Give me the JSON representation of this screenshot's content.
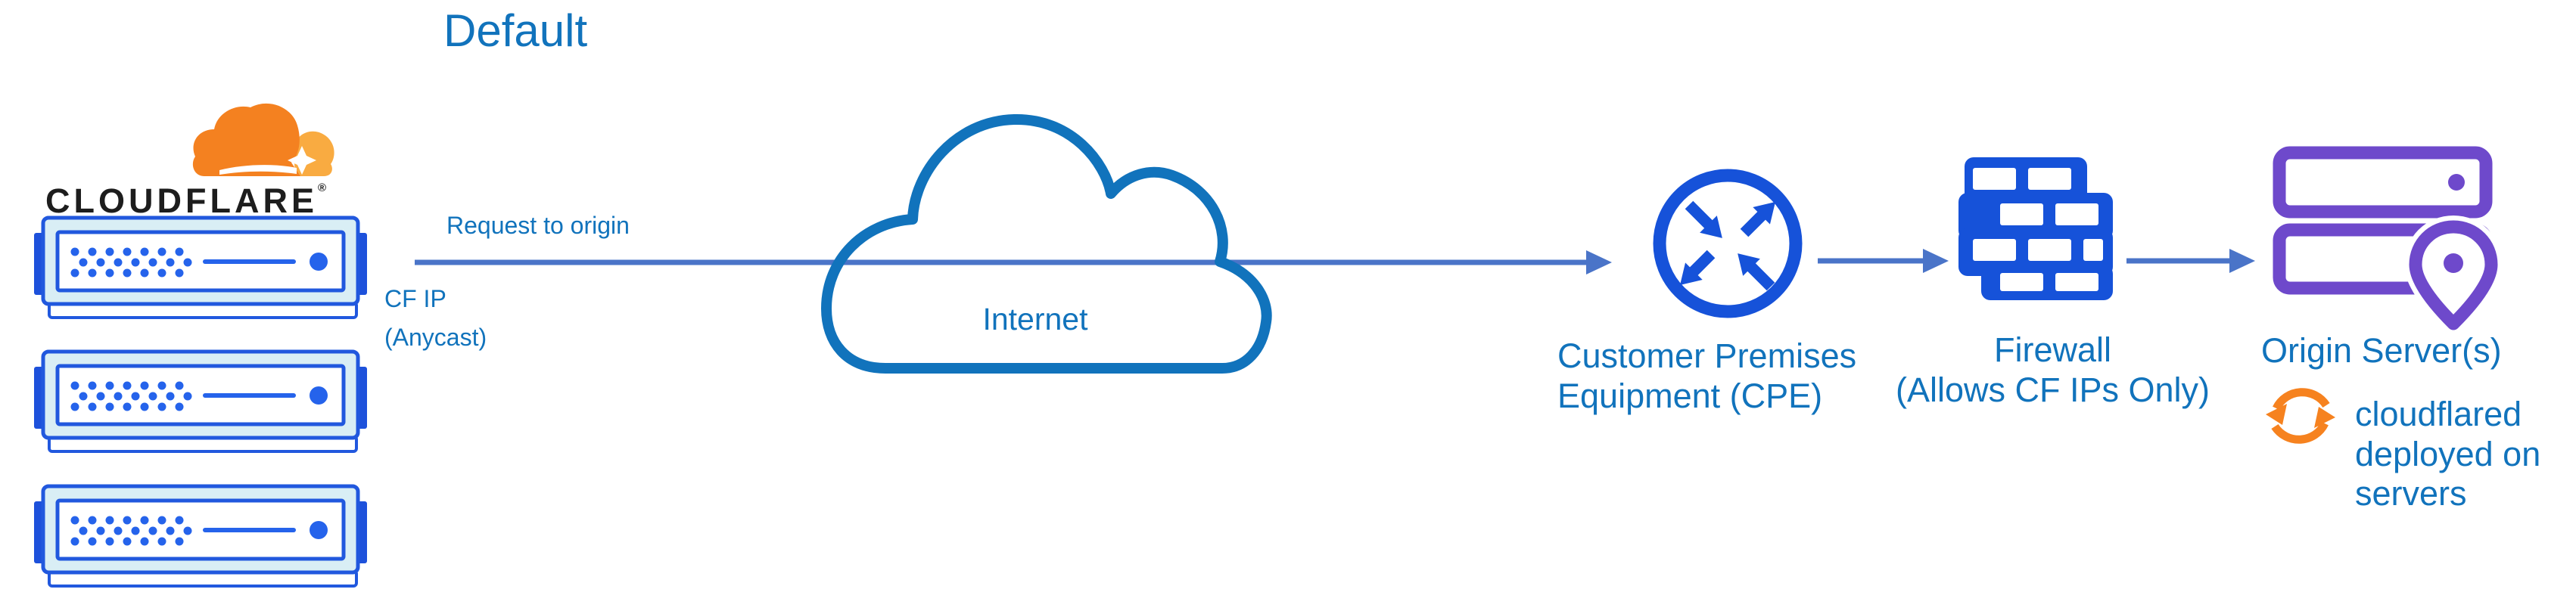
{
  "title": "Default",
  "brand": {
    "wordmark": "CLOUDFLARE",
    "registered": "®"
  },
  "cloudflare_stack": {
    "server_count": 3
  },
  "flow_labels": {
    "request": "Request to origin",
    "ip_line1": "CF IP",
    "ip_line2": "(Anycast)"
  },
  "internet": {
    "label": "Internet"
  },
  "cpe": {
    "line1": "Customer Premises",
    "line2": "Equipment (CPE)"
  },
  "firewall": {
    "line1": "Firewall",
    "line2": "(Allows CF IPs Only)"
  },
  "origin": {
    "label": "Origin Server(s)"
  },
  "cloudflared": {
    "line1": "cloudflared",
    "line2": "deployed on",
    "line3": "servers"
  },
  "icons": {
    "logo": "cloudflare-logo",
    "servers": "server-rack-icon",
    "internet": "cloud-icon",
    "cpe": "router-arrows-icon",
    "firewall": "brick-wall-icon",
    "origin": "server-location-pin-icon",
    "cloudflared": "sync-arrows-icon",
    "flow": "right-arrow-icon"
  },
  "colors": {
    "label_blue": "#1173bc",
    "arrow_blue": "#4a74c8",
    "icon_blue": "#1652d9",
    "server_border_blue": "#2158de",
    "server_tab_blue": "#1d51db",
    "server_fill": "#d9eef5",
    "server_dot_blue": "#2563eb",
    "origin_purple": "#6e49cb",
    "logo_orange": "#f48120",
    "logo_orange_light": "#f9ab41",
    "sync_orange": "#f6821f",
    "wordmark_black": "#1d1d1d"
  }
}
